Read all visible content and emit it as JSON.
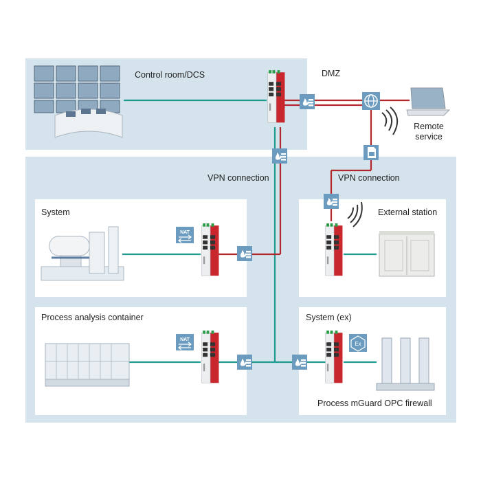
{
  "labels": {
    "control_room": "Control room/DCS",
    "dmz": "DMZ",
    "remote_service_line1": "Remote",
    "remote_service_line2": "service",
    "vpn_left": "VPN connection",
    "vpn_right": "VPN connection",
    "system": "System",
    "external_station": "External station",
    "process_analysis_container": "Process analysis container",
    "system_ex": "System (ex)",
    "process_opc_firewall": "Process mGuard OPC firewall"
  },
  "badges": {
    "nat_1": "NAT",
    "nat_2": "NAT",
    "ex": "Ex"
  },
  "colors": {
    "zone_bg": "#d4e3ec",
    "panel_bg": "#ffffff",
    "line_teal": "#1e9a8f",
    "line_red": "#b3262b",
    "icon_blue": "#6b9cc0",
    "device_red": "#c8282d"
  },
  "icons": [
    "firewall-icon",
    "globe-icon",
    "sim-card-icon",
    "wireless-icon",
    "nat-icon",
    "ex-icon",
    "mguard-device",
    "video-wall",
    "laptop",
    "industrial-system",
    "process-container",
    "cabinet",
    "columns"
  ]
}
